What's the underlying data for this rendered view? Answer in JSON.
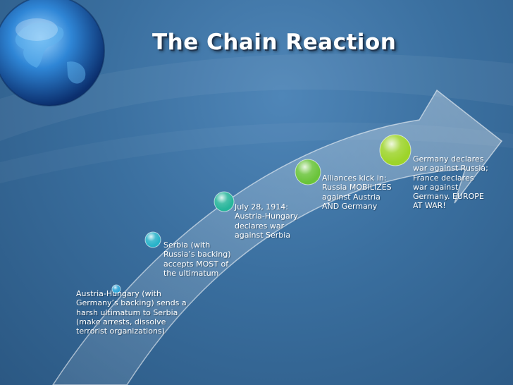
{
  "title": "The Chain Reaction",
  "steps": [
    {
      "text": "Austria-Hungary (with Germany’s backing) sends a harsh ultimatum to Serbia (make arrests, dissolve terrorist organizations)",
      "color": "#29a3d8"
    },
    {
      "text": "Serbia (with Russia’s backing) accepts MOST of the ultimatum",
      "color": "#27b2c9"
    },
    {
      "text": "July 28, 1914: Austria-Hungary declares war against Serbia",
      "color": "#26b59a"
    },
    {
      "text": "Alliances kick in: Russia MOBILIZES against Austria AND Germany",
      "color": "#6ac43a"
    },
    {
      "text": "Germany declares war against Russia; France declares war against Germany. EUROPE AT WAR!",
      "color": "#9dd42a"
    }
  ]
}
